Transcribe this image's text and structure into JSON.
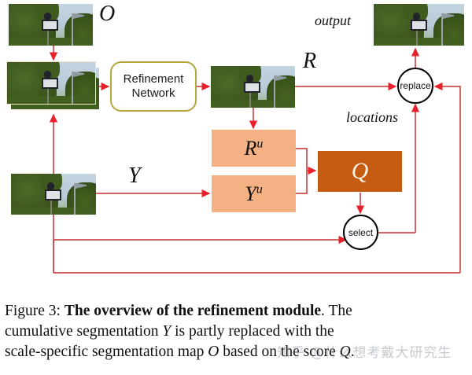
{
  "figure": {
    "labels": {
      "O": "O",
      "R": "R",
      "Y": "Y",
      "output": "output",
      "locations": "locations",
      "Ru_base": "R",
      "Ru_sup": "u",
      "Yu_base": "Y",
      "Yu_sup": "u",
      "Q": "Q"
    },
    "nodes": {
      "refinement_network_line1": "Refinement",
      "refinement_network_line2": "Network",
      "replace": "replace",
      "select": "select"
    },
    "colors": {
      "arrow_red": "#e8212a",
      "line_dark_red": "#b03a3a",
      "peach_box": "#f4b183",
      "q_box": "#c55a11",
      "refinement_border": "#b5a642",
      "circle_border": "#000000"
    },
    "thumbnails": {
      "top_left": "segmentation-thumbnail-O",
      "middle_left_stack": "segmentation-thumbnail-stack",
      "refined": "segmentation-thumbnail-R",
      "cumulative": "segmentation-thumbnail-Y",
      "output": "segmentation-thumbnail-output"
    }
  },
  "caption": {
    "line1_prefix": "Figure 3: ",
    "line1_bold": "The overview of the refinement module",
    "line1_suffix": ". The",
    "line2_a": "cumulative",
    "line2_b": "segmentation",
    "line2_math": "Y",
    "line2_c": "is",
    "line2_d": "partly",
    "line2_e": "replaced",
    "line2_f": "with",
    "line2_g": "the",
    "line3_a": "scale-specific segmentation map ",
    "line3_math1": "O",
    "line3_b": " based on the score ",
    "line3_math2": "Q",
    "line3_c": "."
  },
  "watermark": {
    "text": "知乎 @什么想考戴大研究生"
  }
}
